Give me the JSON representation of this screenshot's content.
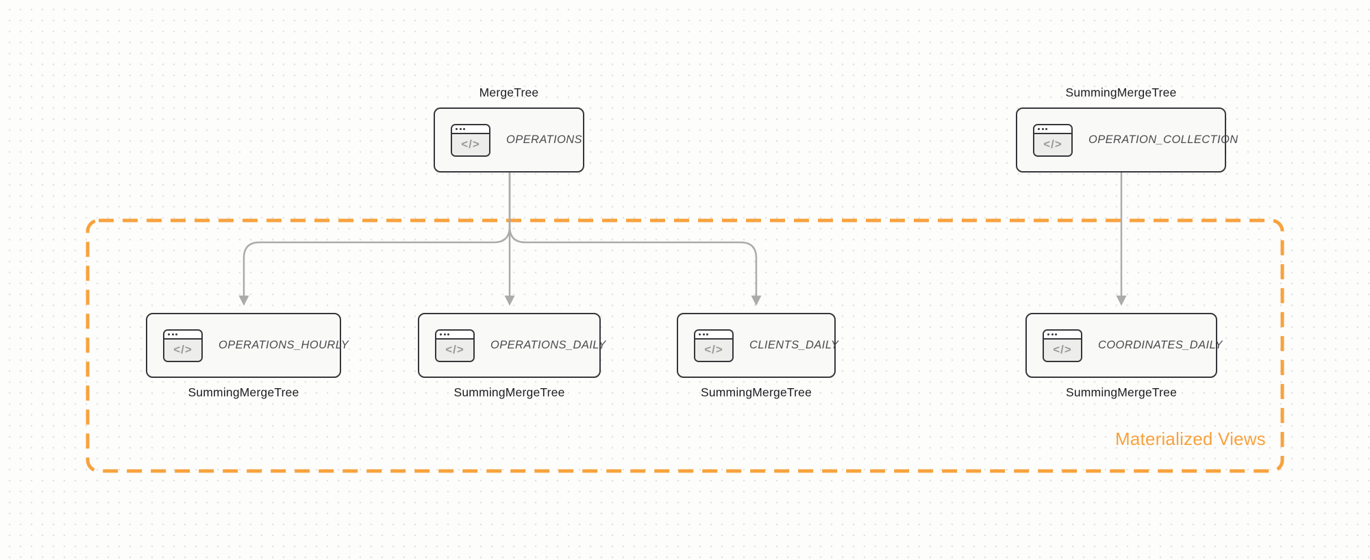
{
  "diagram": {
    "group_label": "Materialized Views",
    "code_glyph": "</>",
    "nodes": [
      {
        "name": "OPERATIONS",
        "engine": "MergeTree",
        "engine_position": "top"
      },
      {
        "name": "OPERATION_COLLECTION",
        "engine": "SummingMergeTree",
        "engine_position": "top"
      },
      {
        "name": "OPERATIONS_HOURLY",
        "engine": "SummingMergeTree",
        "engine_position": "bottom"
      },
      {
        "name": "OPERATIONS_DAILY",
        "engine": "SummingMergeTree",
        "engine_position": "bottom"
      },
      {
        "name": "CLIENTS_DAILY",
        "engine": "SummingMergeTree",
        "engine_position": "bottom"
      },
      {
        "name": "COORDINATES_DAILY",
        "engine": "SummingMergeTree",
        "engine_position": "bottom"
      }
    ],
    "edges": [
      {
        "from": "OPERATIONS",
        "to": "OPERATIONS_HOURLY"
      },
      {
        "from": "OPERATIONS",
        "to": "OPERATIONS_DAILY"
      },
      {
        "from": "OPERATIONS",
        "to": "CLIENTS_DAILY"
      },
      {
        "from": "OPERATION_COLLECTION",
        "to": "COORDINATES_DAILY"
      }
    ],
    "colors": {
      "accent_orange": "#F8A23D",
      "node_border": "#36363A",
      "node_fill": "#F9F9F7",
      "arrow_gray": "#ABABAB"
    }
  }
}
